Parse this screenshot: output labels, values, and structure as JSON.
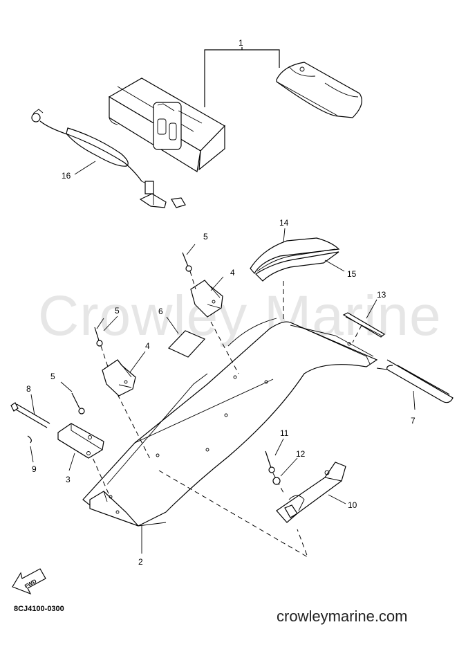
{
  "watermark": "Crowley Marine",
  "diagram_code": "8CJ4100-0300",
  "website": "crowleymarine.com",
  "fwd_label": "FWD",
  "parts": [
    {
      "id": "part-1",
      "label": "1"
    },
    {
      "id": "part-2",
      "label": "2"
    },
    {
      "id": "part-3",
      "label": "3"
    },
    {
      "id": "part-4a",
      "label": "4"
    },
    {
      "id": "part-4b",
      "label": "4"
    },
    {
      "id": "part-5a",
      "label": "5"
    },
    {
      "id": "part-5b",
      "label": "5"
    },
    {
      "id": "part-5c",
      "label": "5"
    },
    {
      "id": "part-6",
      "label": "6"
    },
    {
      "id": "part-7",
      "label": "7"
    },
    {
      "id": "part-8",
      "label": "8"
    },
    {
      "id": "part-9",
      "label": "9"
    },
    {
      "id": "part-10",
      "label": "10"
    },
    {
      "id": "part-11",
      "label": "11"
    },
    {
      "id": "part-12",
      "label": "12"
    },
    {
      "id": "part-13",
      "label": "13"
    },
    {
      "id": "part-14",
      "label": "14"
    },
    {
      "id": "part-15",
      "label": "15"
    },
    {
      "id": "part-16",
      "label": "16"
    }
  ]
}
